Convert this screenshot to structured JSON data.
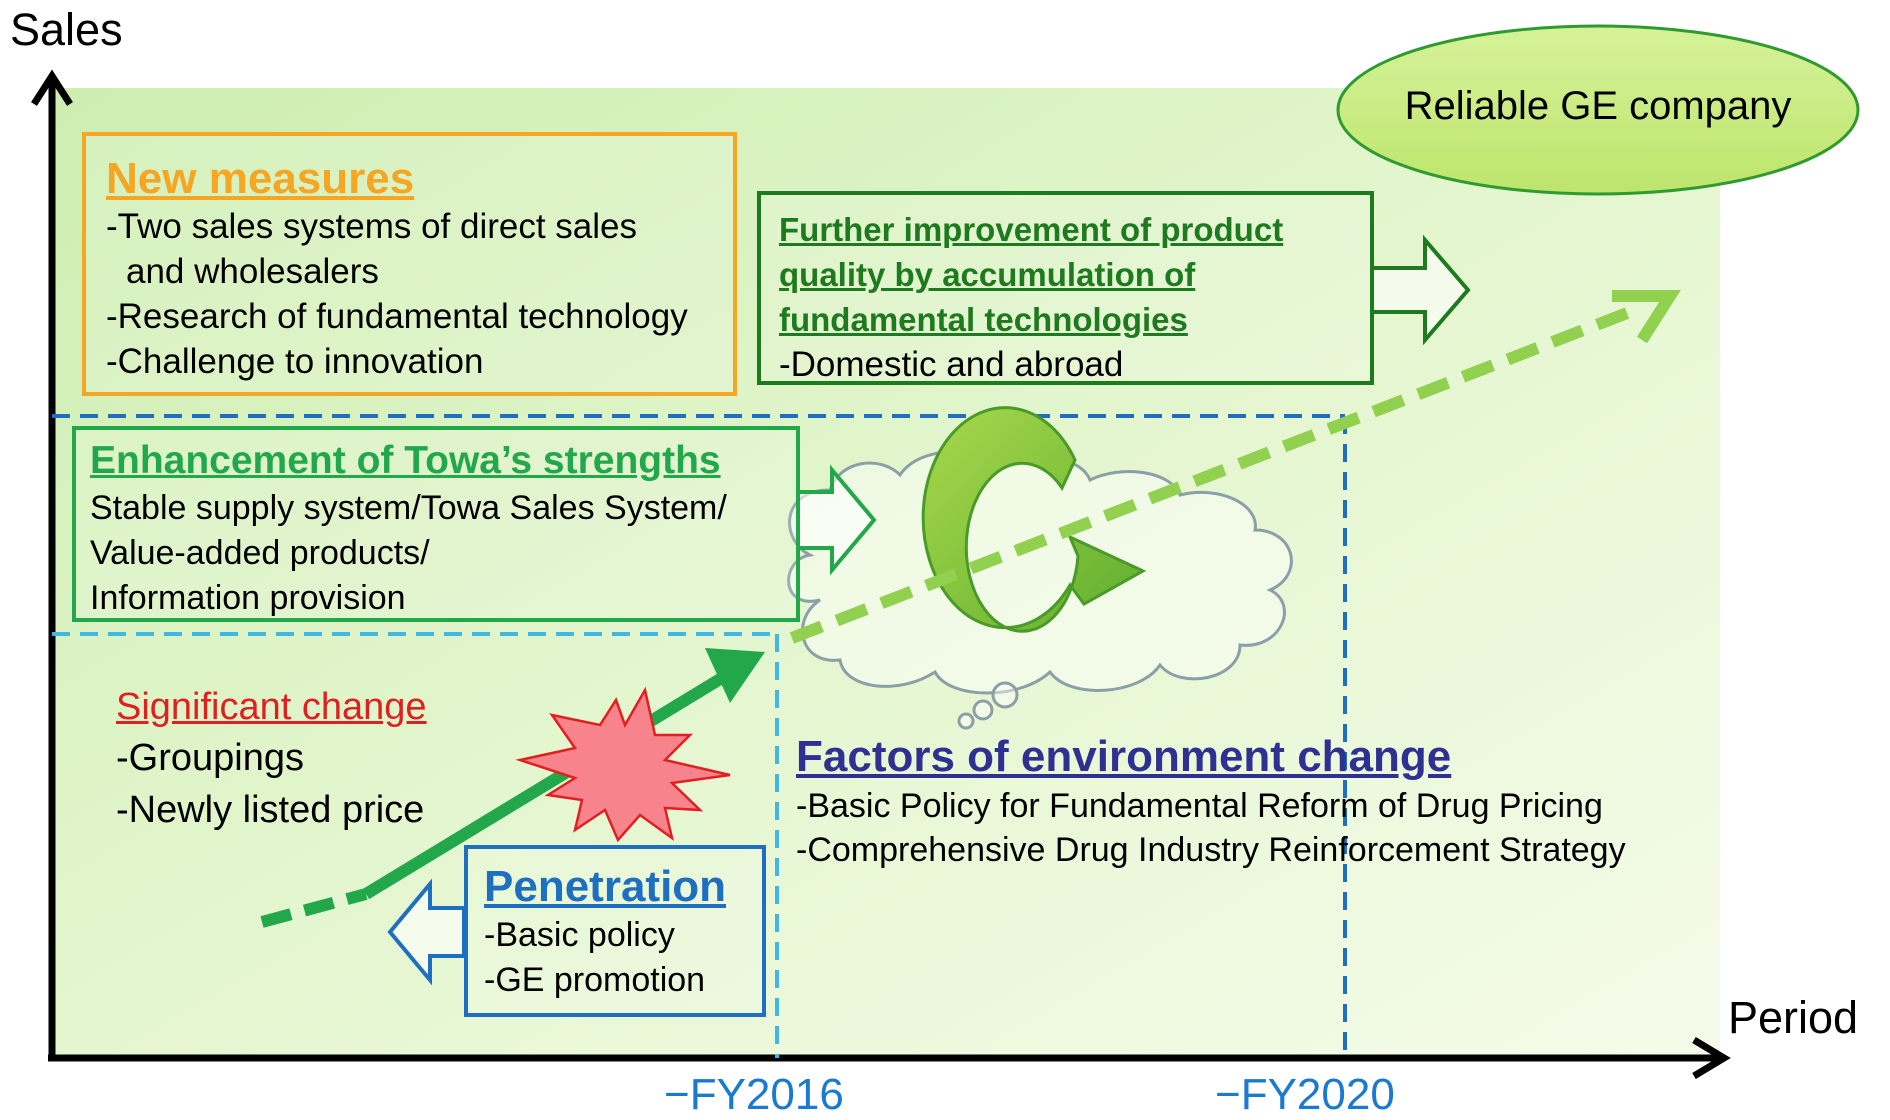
{
  "axes": {
    "y_label": "Sales",
    "x_label": "Period"
  },
  "periods": [
    "−FY2016",
    "−FY2020"
  ],
  "goal": "Reliable GE company",
  "new_measures": {
    "title": "New measures",
    "lines": [
      "-Two sales systems of direct sales",
      "and wholesalers",
      "-Research of fundamental technology",
      "-Challenge to innovation"
    ]
  },
  "further_improvement": {
    "title_lines": [
      "Further improvement of product",
      "quality by accumulation of",
      "fundamental technologies"
    ],
    "lines": [
      "-Domestic and abroad"
    ]
  },
  "strengths": {
    "title": "Enhancement of Towa’s strengths",
    "lines": [
      "Stable supply system/Towa Sales System/",
      "Value-added products/",
      "Information provision"
    ]
  },
  "significant_change": {
    "title": "Significant change",
    "lines": [
      "-Groupings",
      "-Newly listed price"
    ]
  },
  "factors": {
    "title": "Factors of environment change",
    "lines": [
      "-Basic Policy for Fundamental Reform of Drug Pricing",
      "-Comprehensive Drug Industry Reinforcement Strategy"
    ]
  },
  "penetration": {
    "title": "Penetration",
    "lines": [
      "-Basic policy",
      "-GE promotion"
    ]
  },
  "colors": {
    "orange": "#f5a623",
    "dark_green": "#1e7a1e",
    "green": "#22a84a",
    "light_green_arrow": "#92d050",
    "blue": "#1f6fc0",
    "navy": "#2e3192",
    "red": "#e02020"
  }
}
